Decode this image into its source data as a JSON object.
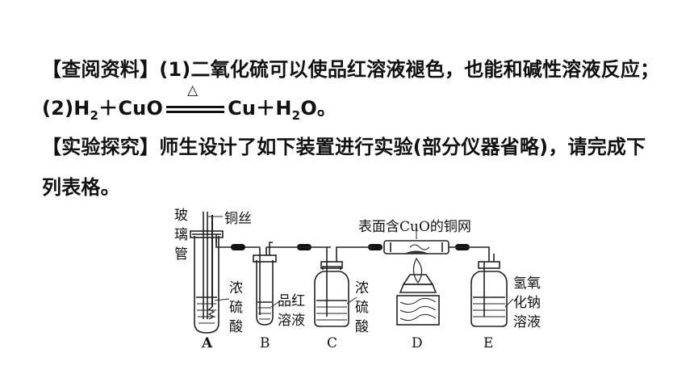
{
  "text": {
    "line1": "【查阅资料】(1)二氧化硫可以使品红溶液褪色，也能和碱性溶液反应；",
    "line2_pre": "(2)H",
    "line2_sub": "2",
    "line2_plus": "＋CuO",
    "line2_condition": "△",
    "line2_post_a": "Cu＋H",
    "line2_post_sub": "2",
    "line2_post_b": "O。",
    "line3": "【实验探究】师生设计了如下装置进行实验(部分仪器省略)，请完成下",
    "line4": "列表格。"
  },
  "diagram": {
    "labels": {
      "glass_tube_1": "玻",
      "glass_tube_2": "璃",
      "glass_tube_3": "管",
      "copper_wire": "铜丝",
      "copper_mesh": "表面含CuO的铜网",
      "acid_a_1": "浓",
      "acid_a_2": "硫",
      "acid_a_3": "酸",
      "pinhong_1": "品红",
      "pinhong_2": "溶液",
      "acid_c_1": "浓",
      "acid_c_2": "硫",
      "acid_c_3": "酸",
      "naoh_1": "氢氧",
      "naoh_2": "化钠",
      "naoh_3": "溶液"
    },
    "apparatus": [
      "A",
      "B",
      "C",
      "D",
      "E"
    ]
  }
}
